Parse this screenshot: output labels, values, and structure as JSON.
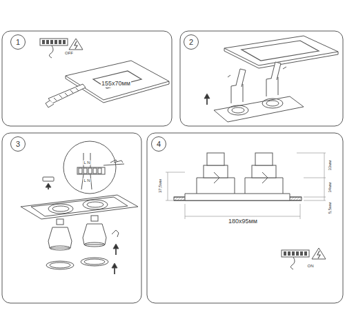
{
  "diagram": {
    "nodes": [
      {
        "text": [
          "1"
        ]
      },
      {
        "text": [
          "2"
        ]
      },
      {
        "text": [
          "3"
        ]
      },
      {
        "text": [
          "4"
        ]
      }
    ],
    "labels": [
      "OFF",
      "155x70мм",
      "L N",
      "L N",
      "37,5мм",
      "33мм",
      "34мм",
      "5,5мм",
      "180x95мм",
      "ON"
    ]
  }
}
